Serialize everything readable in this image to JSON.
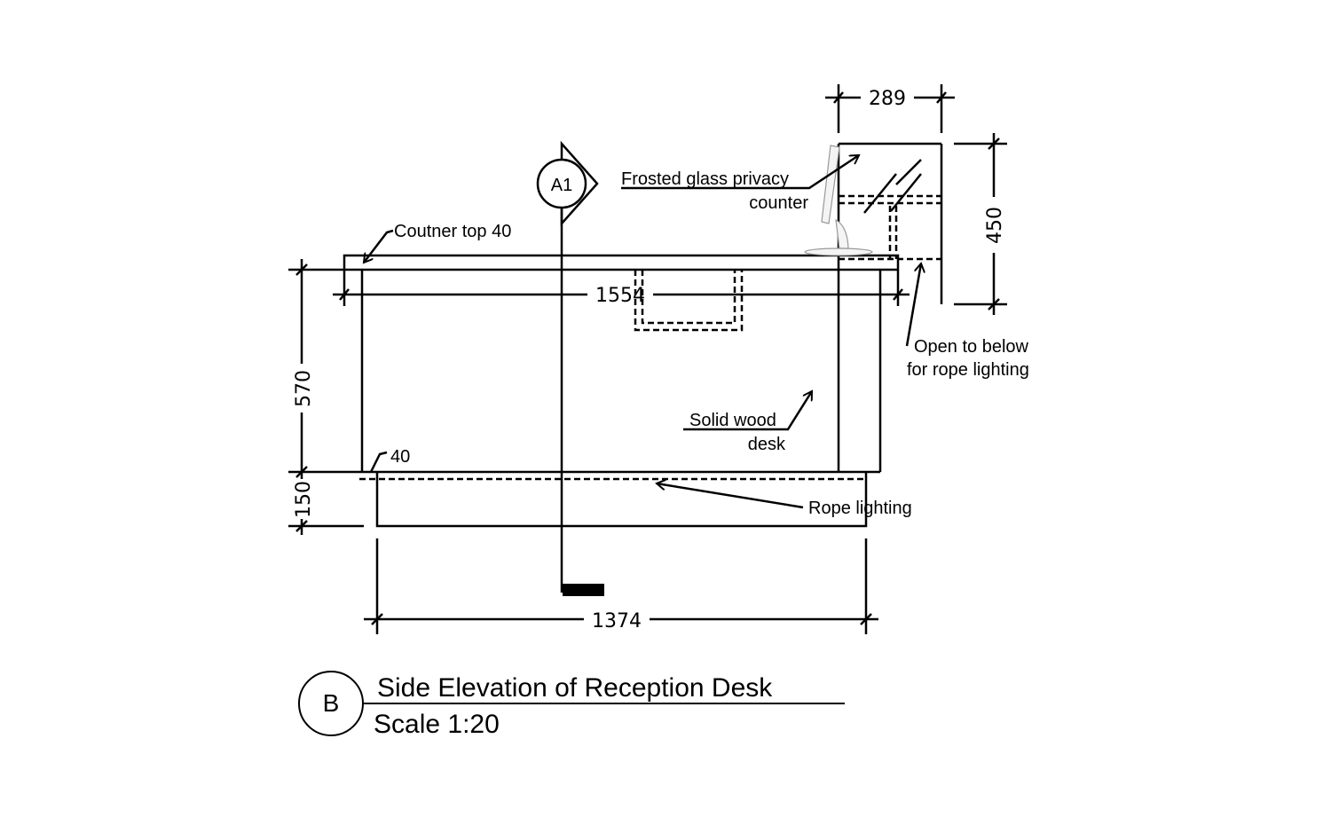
{
  "title": "Side Elevation of Reception Desk",
  "scale": "Scale 1:20",
  "view_marker": "B",
  "section_marker": "A1",
  "dimensions": {
    "top_width": "289",
    "glass_height": "450",
    "overall_length": "1554",
    "desk_height": "570",
    "plinth_height": "150",
    "plinth_length": "1374",
    "plinth_offset": "40"
  },
  "labels": {
    "counter_top": "Coutner top 40",
    "glass_line1": "Frosted glass privacy",
    "glass_line2": "counter",
    "open_line1": "Open to below",
    "open_line2": "for rope lighting",
    "wood_line1": "Solid wood",
    "wood_line2": "desk",
    "rope": "Rope lighting"
  }
}
